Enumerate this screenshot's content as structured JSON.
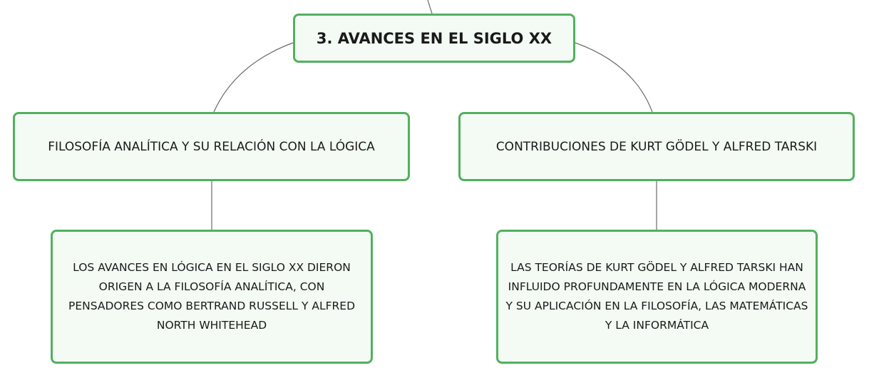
{
  "diagram": {
    "root": {
      "label": "3. AVANCES EN EL SIGLO XX"
    },
    "branches": [
      {
        "topic": "FILOSOFÍA ANALÍTICA Y SU RELACIÓN CON LA LÓGICA",
        "detail": "LOS AVANCES EN LÓGICA EN EL SIGLO XX DIERON ORIGEN A LA FILOSOFÍA ANALÍTICA, CON PENSADORES COMO BERTRAND RUSSELL Y ALFRED NORTH WHITEHEAD"
      },
      {
        "topic": "CONTRIBUCIONES DE KURT GÖDEL Y ALFRED TARSKI",
        "detail": "LAS TEORÍAS DE KURT GÖDEL Y ALFRED TARSKI HAN INFLUIDO PROFUNDAMENTE EN LA LÓGICA MODERNA Y SU APLICACIÓN EN LA FILOSOFÍA, LAS MATEMÁTICAS Y LA INFORMÁTICA"
      }
    ],
    "colors": {
      "node_border": "#52b05e",
      "node_fill": "#f3fbf4",
      "connector": "#6b6b6b",
      "text": "#1a1a1a"
    }
  }
}
